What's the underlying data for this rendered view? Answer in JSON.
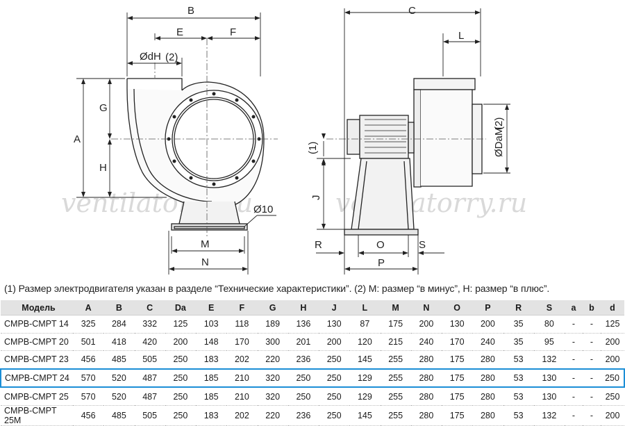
{
  "drawing": {
    "labels": {
      "B": "B",
      "E": "E",
      "F": "F",
      "dH": "ØdH",
      "dH_sub": "(2)",
      "A": "A",
      "G": "G",
      "H": "H",
      "d10": "Ø10",
      "M": "M",
      "N": "N",
      "C": "C",
      "L": "L",
      "DaM": "ØDaM",
      "DaM_sub": "(2)",
      "note1": "(1)",
      "J": "J",
      "R": "R",
      "O": "O",
      "S": "S",
      "P": "P"
    },
    "watermark": "ventilatorry.ru"
  },
  "footnote": "(1) Размер электродвигателя указан в разделе “Технические характеристики”. (2) M: размер “в минус”, H: размер “в плюс”.",
  "table": {
    "headers": [
      "Модель",
      "A",
      "B",
      "C",
      "Da",
      "E",
      "F",
      "G",
      "H",
      "J",
      "L",
      "M",
      "N",
      "O",
      "P",
      "R",
      "S",
      "a",
      "b",
      "d"
    ],
    "rows": [
      [
        "CMPB-CMPT 14",
        "325",
        "284",
        "332",
        "125",
        "103",
        "118",
        "189",
        "136",
        "130",
        "87",
        "175",
        "200",
        "130",
        "200",
        "35",
        "80",
        "-",
        "-",
        "125"
      ],
      [
        "CMPB-CMPT 20",
        "501",
        "418",
        "420",
        "200",
        "148",
        "170",
        "300",
        "201",
        "200",
        "120",
        "215",
        "240",
        "170",
        "240",
        "35",
        "95",
        "-",
        "-",
        "200"
      ],
      [
        "CMPB-CMPT 23",
        "456",
        "485",
        "505",
        "250",
        "183",
        "202",
        "220",
        "236",
        "250",
        "145",
        "255",
        "280",
        "175",
        "280",
        "53",
        "132",
        "-",
        "-",
        "200"
      ],
      [
        "CMPB-CMPT 24",
        "570",
        "520",
        "487",
        "250",
        "185",
        "210",
        "320",
        "250",
        "250",
        "129",
        "255",
        "280",
        "175",
        "280",
        "53",
        "130",
        "-",
        "-",
        "250"
      ],
      [
        "CMPB-CMPT 25",
        "570",
        "520",
        "487",
        "250",
        "185",
        "210",
        "320",
        "250",
        "250",
        "129",
        "255",
        "280",
        "175",
        "280",
        "53",
        "130",
        "-",
        "-",
        "250"
      ],
      [
        "CMPB-CMPT 25M",
        "456",
        "485",
        "505",
        "250",
        "183",
        "202",
        "220",
        "236",
        "250",
        "145",
        "255",
        "280",
        "175",
        "280",
        "53",
        "132",
        "-",
        "-",
        "200"
      ]
    ],
    "selected_row": 3,
    "highlight_color": "#1b8ed6"
  }
}
